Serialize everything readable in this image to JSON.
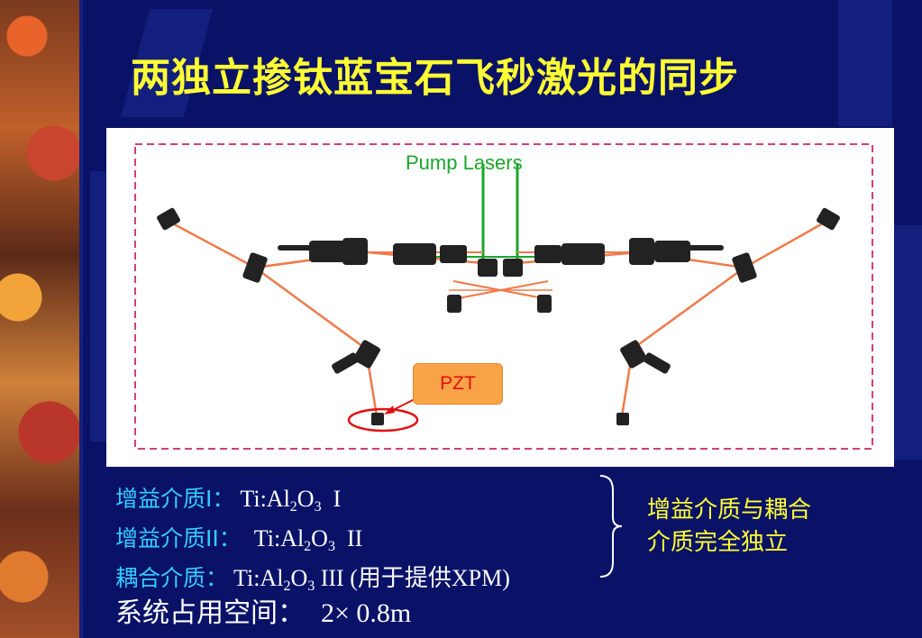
{
  "slide": {
    "title": "两独立掺钛蓝宝石飞秒激光的同步"
  },
  "diagram": {
    "pump_label": "Pump Lasers",
    "pzt_label": "PZT",
    "colors": {
      "beam": "#f07a4a",
      "pump": "#1aa62a",
      "frame": "#d0407a",
      "highlight": "#e01010"
    }
  },
  "specs": [
    {
      "label": "增益介质I：",
      "material": "Ti:Al",
      "sub1": "2",
      "mid": "O",
      "sub2": "3",
      "suffix": "  I"
    },
    {
      "label": "增益介质II：",
      "material": "Ti:Al",
      "sub1": "2",
      "mid": "O",
      "sub2": "3",
      "suffix": "  II"
    },
    {
      "label": "耦合介质：",
      "material": "Ti:Al",
      "sub1": "2",
      "mid": "O",
      "sub2": "3",
      "suffix": " III (用于提供XPM)"
    }
  ],
  "footprint": {
    "label": "系统占用空间：",
    "value": "2× 0.8m"
  },
  "note": {
    "line1": "增益介质与耦合",
    "line2": "介质完全独立"
  }
}
